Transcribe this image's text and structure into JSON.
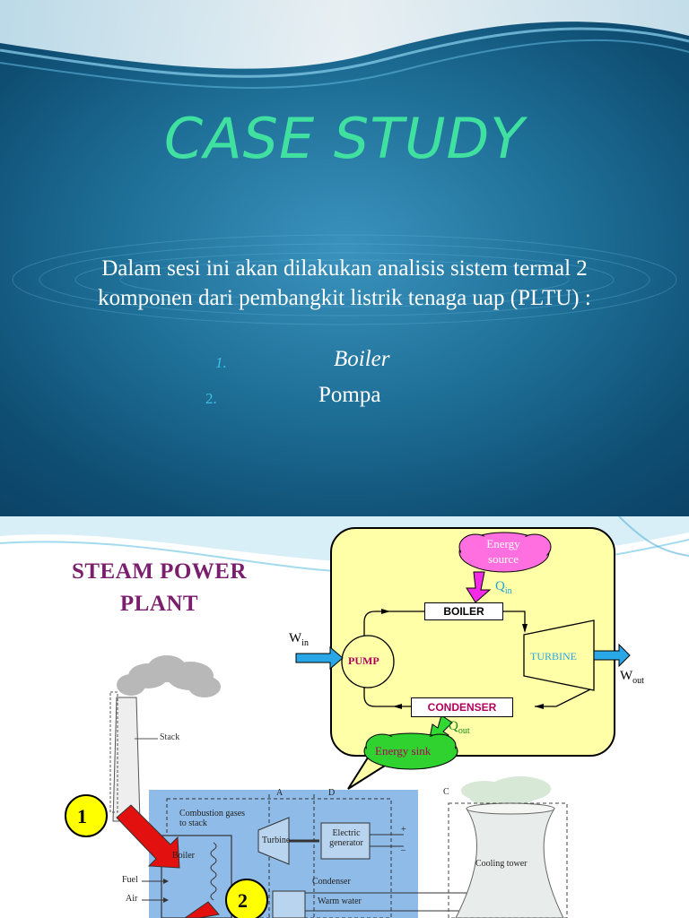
{
  "slide1": {
    "title": "CASE STUDY",
    "body": "Dalam sesi ini akan dilakukan analisis sistem termal  2 komponen dari pembangkit listrik tenaga uap (PLTU) :",
    "list": [
      {
        "num": "1.",
        "text": "Boiler"
      },
      {
        "num": "2.",
        "text": "Pompa"
      }
    ],
    "colors": {
      "title": "#3fe0a0",
      "numbers": "#3cc0e6",
      "text": "#ffffff"
    }
  },
  "slide2": {
    "title": "STEAM POWER PLANT",
    "cycle": {
      "energy_source": "Energy source",
      "q_in": "Q",
      "q_in_sub": "in",
      "boiler": "BOILER",
      "w_in": "W",
      "w_in_sub": "in",
      "pump": "PUMP",
      "turbine": "TURBINE",
      "w_out": "W",
      "w_out_sub": "out",
      "condenser": "CONDENSER",
      "q_out": "Q",
      "q_out_sub": "out",
      "energy_sink": "Energy sink"
    },
    "plant": {
      "badge1": "1",
      "badge2": "2",
      "stack": "Stack",
      "combustion": "Combustion gases to stack",
      "label_a": "A",
      "label_d": "D",
      "label_c": "C",
      "boiler": "Boiler",
      "turbine": "Turbine",
      "generator": "Electric generator",
      "fuel": "Fuel",
      "air": "Air",
      "condenser": "Condenser",
      "warm_water": "Warm water",
      "cooling_tower": "Cooling tower",
      "plus": "+",
      "minus": "–"
    }
  }
}
